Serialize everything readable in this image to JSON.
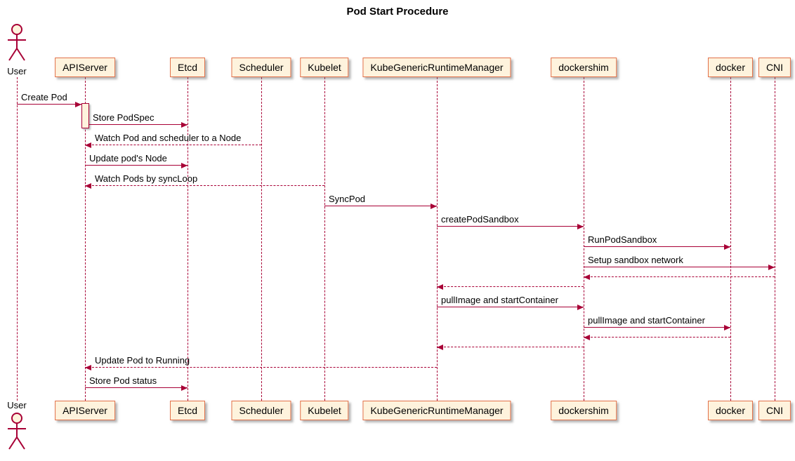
{
  "title": "Pod Start Procedure",
  "actor": {
    "name": "User"
  },
  "participants": [
    {
      "name": "APIServer"
    },
    {
      "name": "Etcd"
    },
    {
      "name": "Scheduler"
    },
    {
      "name": "Kubelet"
    },
    {
      "name": "KubeGenericRuntimeManager"
    },
    {
      "name": "dockershim"
    },
    {
      "name": "docker"
    },
    {
      "name": "CNI"
    }
  ],
  "messages": [
    {
      "label": "Create Pod",
      "from": "User",
      "to": "APIServer",
      "style": "solid"
    },
    {
      "label": "Store PodSpec",
      "from": "APIServer",
      "to": "Etcd",
      "style": "solid"
    },
    {
      "label": "Watch Pod and scheduler to a Node",
      "from": "Scheduler",
      "to": "APIServer",
      "style": "dashed"
    },
    {
      "label": "Update pod's Node",
      "from": "APIServer",
      "to": "Etcd",
      "style": "solid"
    },
    {
      "label": "Watch Pods by syncLoop",
      "from": "Kubelet",
      "to": "APIServer",
      "style": "dashed"
    },
    {
      "label": "SyncPod",
      "from": "Kubelet",
      "to": "KubeGenericRuntimeManager",
      "style": "solid"
    },
    {
      "label": "createPodSandbox",
      "from": "KubeGenericRuntimeManager",
      "to": "dockershim",
      "style": "solid"
    },
    {
      "label": "RunPodSandbox",
      "from": "dockershim",
      "to": "docker",
      "style": "solid"
    },
    {
      "label": "Setup sandbox network",
      "from": "dockershim",
      "to": "CNI",
      "style": "solid"
    },
    {
      "label": "",
      "from": "CNI",
      "to": "dockershim",
      "style": "dashed"
    },
    {
      "label": "",
      "from": "dockershim",
      "to": "KubeGenericRuntimeManager",
      "style": "dashed"
    },
    {
      "label": "pullImage and startContainer",
      "from": "KubeGenericRuntimeManager",
      "to": "dockershim",
      "style": "solid"
    },
    {
      "label": "pullImage and startContainer",
      "from": "dockershim",
      "to": "docker",
      "style": "solid"
    },
    {
      "label": "",
      "from": "docker",
      "to": "dockershim",
      "style": "dashed"
    },
    {
      "label": "",
      "from": "dockershim",
      "to": "KubeGenericRuntimeManager",
      "style": "dashed"
    },
    {
      "label": "Update Pod to Running",
      "from": "KubeGenericRuntimeManager",
      "to": "APIServer",
      "style": "dashed"
    },
    {
      "label": "Store Pod status",
      "from": "APIServer",
      "to": "Etcd",
      "style": "solid"
    }
  ],
  "colors": {
    "arrow": "#A80036",
    "lifeline": "#A80036",
    "participant_fill": "#FEF3DD",
    "participant_border": "#E2714A",
    "text": "#000000"
  }
}
